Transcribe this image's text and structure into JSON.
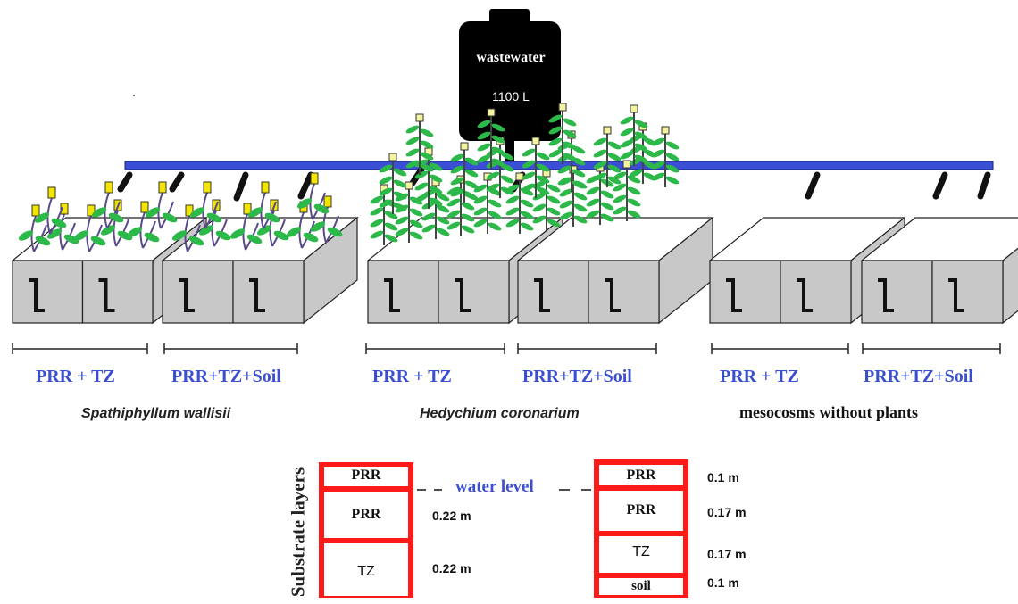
{
  "tank": {
    "label": "wastewater",
    "volume": "1100 L"
  },
  "groups": [
    {
      "label": "PRR + TZ"
    },
    {
      "label": "PRR+TZ+Soil"
    },
    {
      "label": "PRR + TZ"
    },
    {
      "label": "PRR+TZ+Soil"
    },
    {
      "label": "PRR + TZ"
    },
    {
      "label": "PRR+TZ+Soil"
    }
  ],
  "species": [
    {
      "label": "Spathiphyllum wallisii"
    },
    {
      "label": "Hedychium coronarium"
    },
    {
      "label": "mesocosms without plants"
    }
  ],
  "substrate": {
    "axis_label": "Substrate layers",
    "water_level": "water level",
    "left_column": [
      {
        "layer": "PRR",
        "depth": ""
      },
      {
        "layer": "PRR",
        "depth": "0.22 m"
      },
      {
        "layer": "TZ",
        "depth": "0.22 m"
      }
    ],
    "right_column": [
      {
        "layer": "PRR",
        "depth": "0.1 m"
      },
      {
        "layer": "PRR",
        "depth": "0.17 m"
      },
      {
        "layer": "TZ",
        "depth": "0.17 m"
      },
      {
        "layer": "soil",
        "depth": "0.1 m"
      }
    ]
  },
  "colors": {
    "pipe": "#3a4fd6",
    "tank": "#000000",
    "box": "#c8c8c8",
    "frame": "#ff1a1a",
    "group_text": "#3b4fd0",
    "leaf": "#2db84a",
    "flower": "#f2e600",
    "stem": "#5a4a8a"
  }
}
